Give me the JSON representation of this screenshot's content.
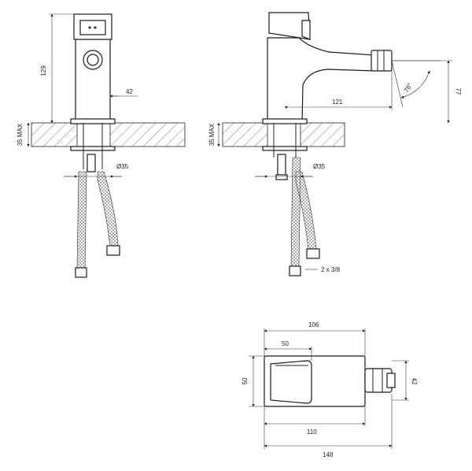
{
  "drawing": {
    "front_view": {
      "dim_height_total": "129",
      "dim_body_width": "42",
      "dim_deck_max": "35 MAX",
      "dim_hole_diameter": "Ø35"
    },
    "side_view": {
      "dim_spout_reach": "121",
      "dim_spray_height": "77",
      "dim_spray_angle": "78°",
      "dim_deck_max": "35 MAX",
      "dim_hole_diameter": "Ø35",
      "dim_hose_connection": "2 x 3/8"
    },
    "top_view": {
      "dim_overall_width": "106",
      "dim_handle_width": "50",
      "dim_depth_left": "50",
      "dim_depth_right": "42",
      "dim_base_length": "110",
      "dim_total_length": "148"
    }
  }
}
